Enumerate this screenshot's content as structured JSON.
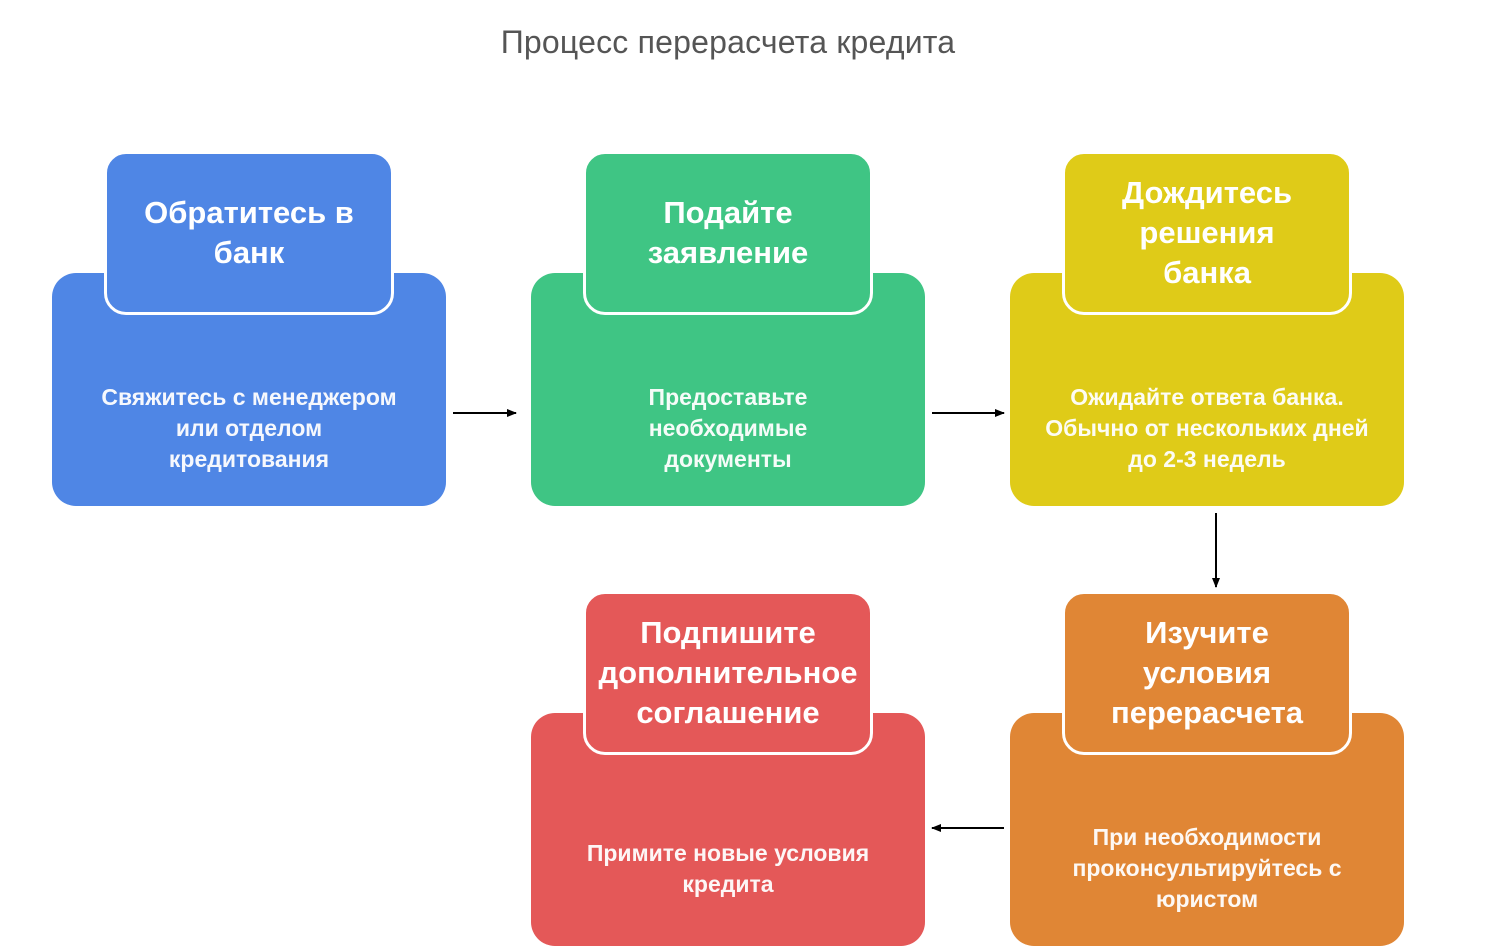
{
  "title": "Процесс перерасчета кредита",
  "colors": {
    "blue": "#4f86e5",
    "green": "#3fc584",
    "yellow": "#dfcb18",
    "orange": "#e08635",
    "red": "#e45858",
    "arrow": "#000000"
  },
  "steps": [
    {
      "label": "Обратитесь в банк",
      "description": "Свяжитесь с менеджером или отделом кредитования"
    },
    {
      "label": "Подайте заявление",
      "description": "Предоставьте необходимые документы"
    },
    {
      "label": "Дождитесь решения банка",
      "description": "Ожидайте ответа банка. Обычно от нескольких дней до 2-3 недель"
    },
    {
      "label": "Изучите условия перерасчета",
      "description": "При необходимости проконсультируйтесь с юристом"
    },
    {
      "label": "Подпишите дополнительное соглашение",
      "description": "Примите новые условия кредита"
    }
  ]
}
